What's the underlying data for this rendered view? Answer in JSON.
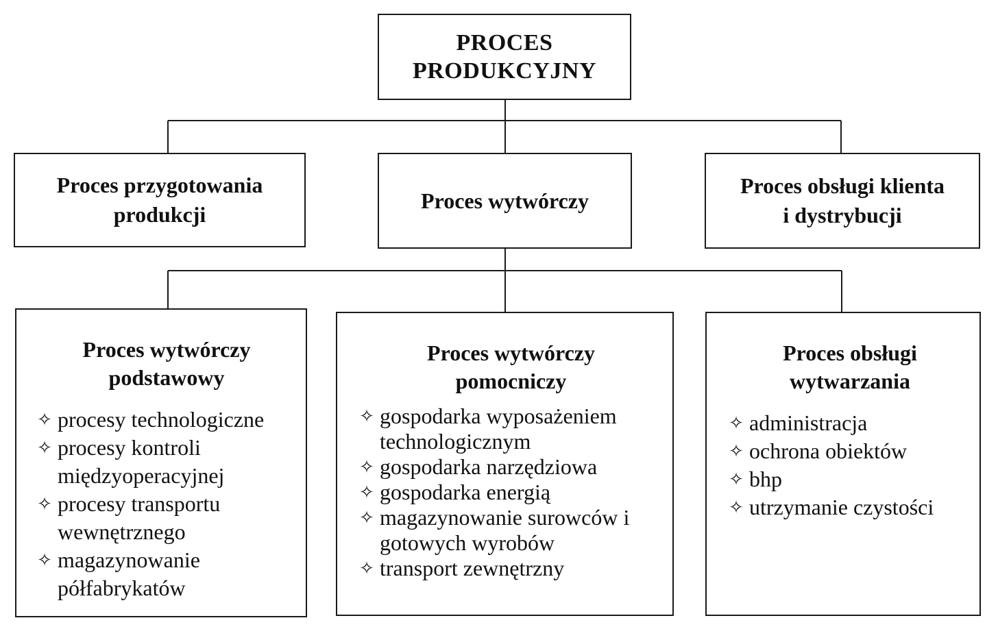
{
  "root": {
    "line1": "PROCES",
    "line2": "PRODUKCYJNY"
  },
  "level1": [
    {
      "line1": "Proces przygotowania",
      "line2": "produkcji"
    },
    {
      "line1": "Proces wytwórczy"
    },
    {
      "line1": "Proces obsługi klienta",
      "line2": "i dystrybucji"
    }
  ],
  "level2": [
    {
      "line1": "Proces wytwórczy",
      "line2": "podstawowy",
      "items": [
        "procesy technologiczne",
        "procesy kontroli międzyoperacyjnej",
        "procesy transportu wewnętrznego",
        "magazynowanie półfabrykatów"
      ]
    },
    {
      "line1": "Proces wytwórczy",
      "line2": "pomocniczy",
      "items": [
        "gospodarka wyposażeniem technologicznym",
        "gospodarka narzędziowa",
        "gospodarka energią",
        "magazynowanie surowców i gotowych wyrobów",
        "transport zewnętrzny"
      ]
    },
    {
      "line1": "Proces obsługi",
      "line2": "wytwarzania",
      "items": [
        "administracja",
        "ochrona obiektów",
        "bhp",
        "utrzymanie czystości"
      ]
    }
  ],
  "bullet_glyph": "✧",
  "colors": {
    "line": "#1a1a1a",
    "background": "#ffffff",
    "text": "#111111"
  }
}
